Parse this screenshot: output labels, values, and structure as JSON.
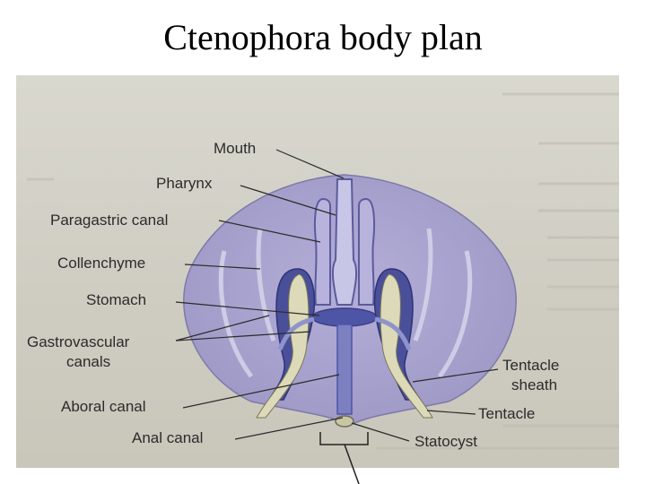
{
  "title": "Ctenophora body plan",
  "labels": {
    "mouth": "Mouth",
    "pharynx": "Pharynx",
    "paragastric_canal": "Paragastric canal",
    "collenchyme": "Collenchyme",
    "stomach": "Stomach",
    "gastrovascular_canals_line1": "Gastrovascular",
    "gastrovascular_canals_line2": "canals",
    "aboral_canal": "Aboral canal",
    "anal_canal": "Anal canal",
    "tentacle_sheath_line1": "Tentacle",
    "tentacle_sheath_line2": "sheath",
    "tentacle": "Tentacle",
    "statocyst": "Statocyst"
  },
  "colors": {
    "body_fill": "#a9a3cf",
    "canal_fill": "#6f72b4",
    "tentacle_fill": "#d8d6b4",
    "background": "#d3d1c6"
  }
}
